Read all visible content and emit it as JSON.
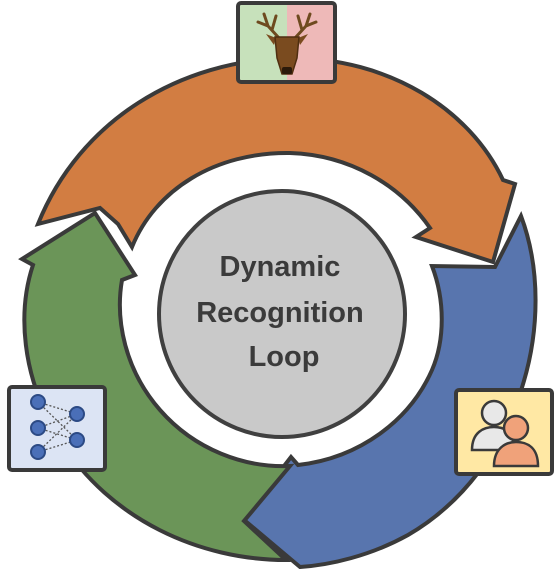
{
  "diagram": {
    "title_lines": [
      "Dynamic",
      "Recognition",
      "Loop"
    ],
    "arrows": [
      {
        "id": "top",
        "color": "#D27D42"
      },
      {
        "id": "right",
        "color": "#5875AE"
      },
      {
        "id": "left",
        "color": "#6B9558"
      }
    ],
    "center": {
      "fill": "#C9C9C9",
      "stroke": "#404040",
      "text_color": "#3B3B3B"
    },
    "icons": [
      {
        "id": "deer",
        "name": "deer-head-icon",
        "bg_left": "#C7E1BB",
        "bg_right": "#EEB9B8"
      },
      {
        "id": "people",
        "name": "users-icon",
        "bg": "#FFE8A4"
      },
      {
        "id": "network",
        "name": "neural-network-icon",
        "bg": "#DCE4F4"
      }
    ],
    "outline_color": "#3A3A3A"
  }
}
